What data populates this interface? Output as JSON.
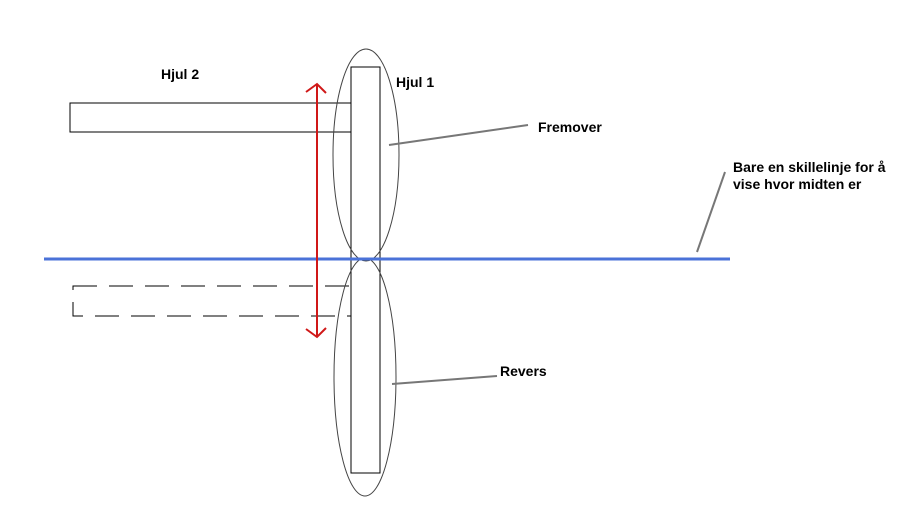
{
  "labels": {
    "wheel2": "Hjul 2",
    "wheel1": "Hjul 1",
    "forward": "Fremover",
    "reverse": "Revers",
    "divider_line1": "Bare en skillelinje for å",
    "divider_line2": "vise hvor midten er"
  },
  "colors": {
    "divider_line": "#4a72d8",
    "movement_arrow": "#d01818",
    "outline": "#000000",
    "ellipse": "#444444",
    "leader": "#777777"
  }
}
